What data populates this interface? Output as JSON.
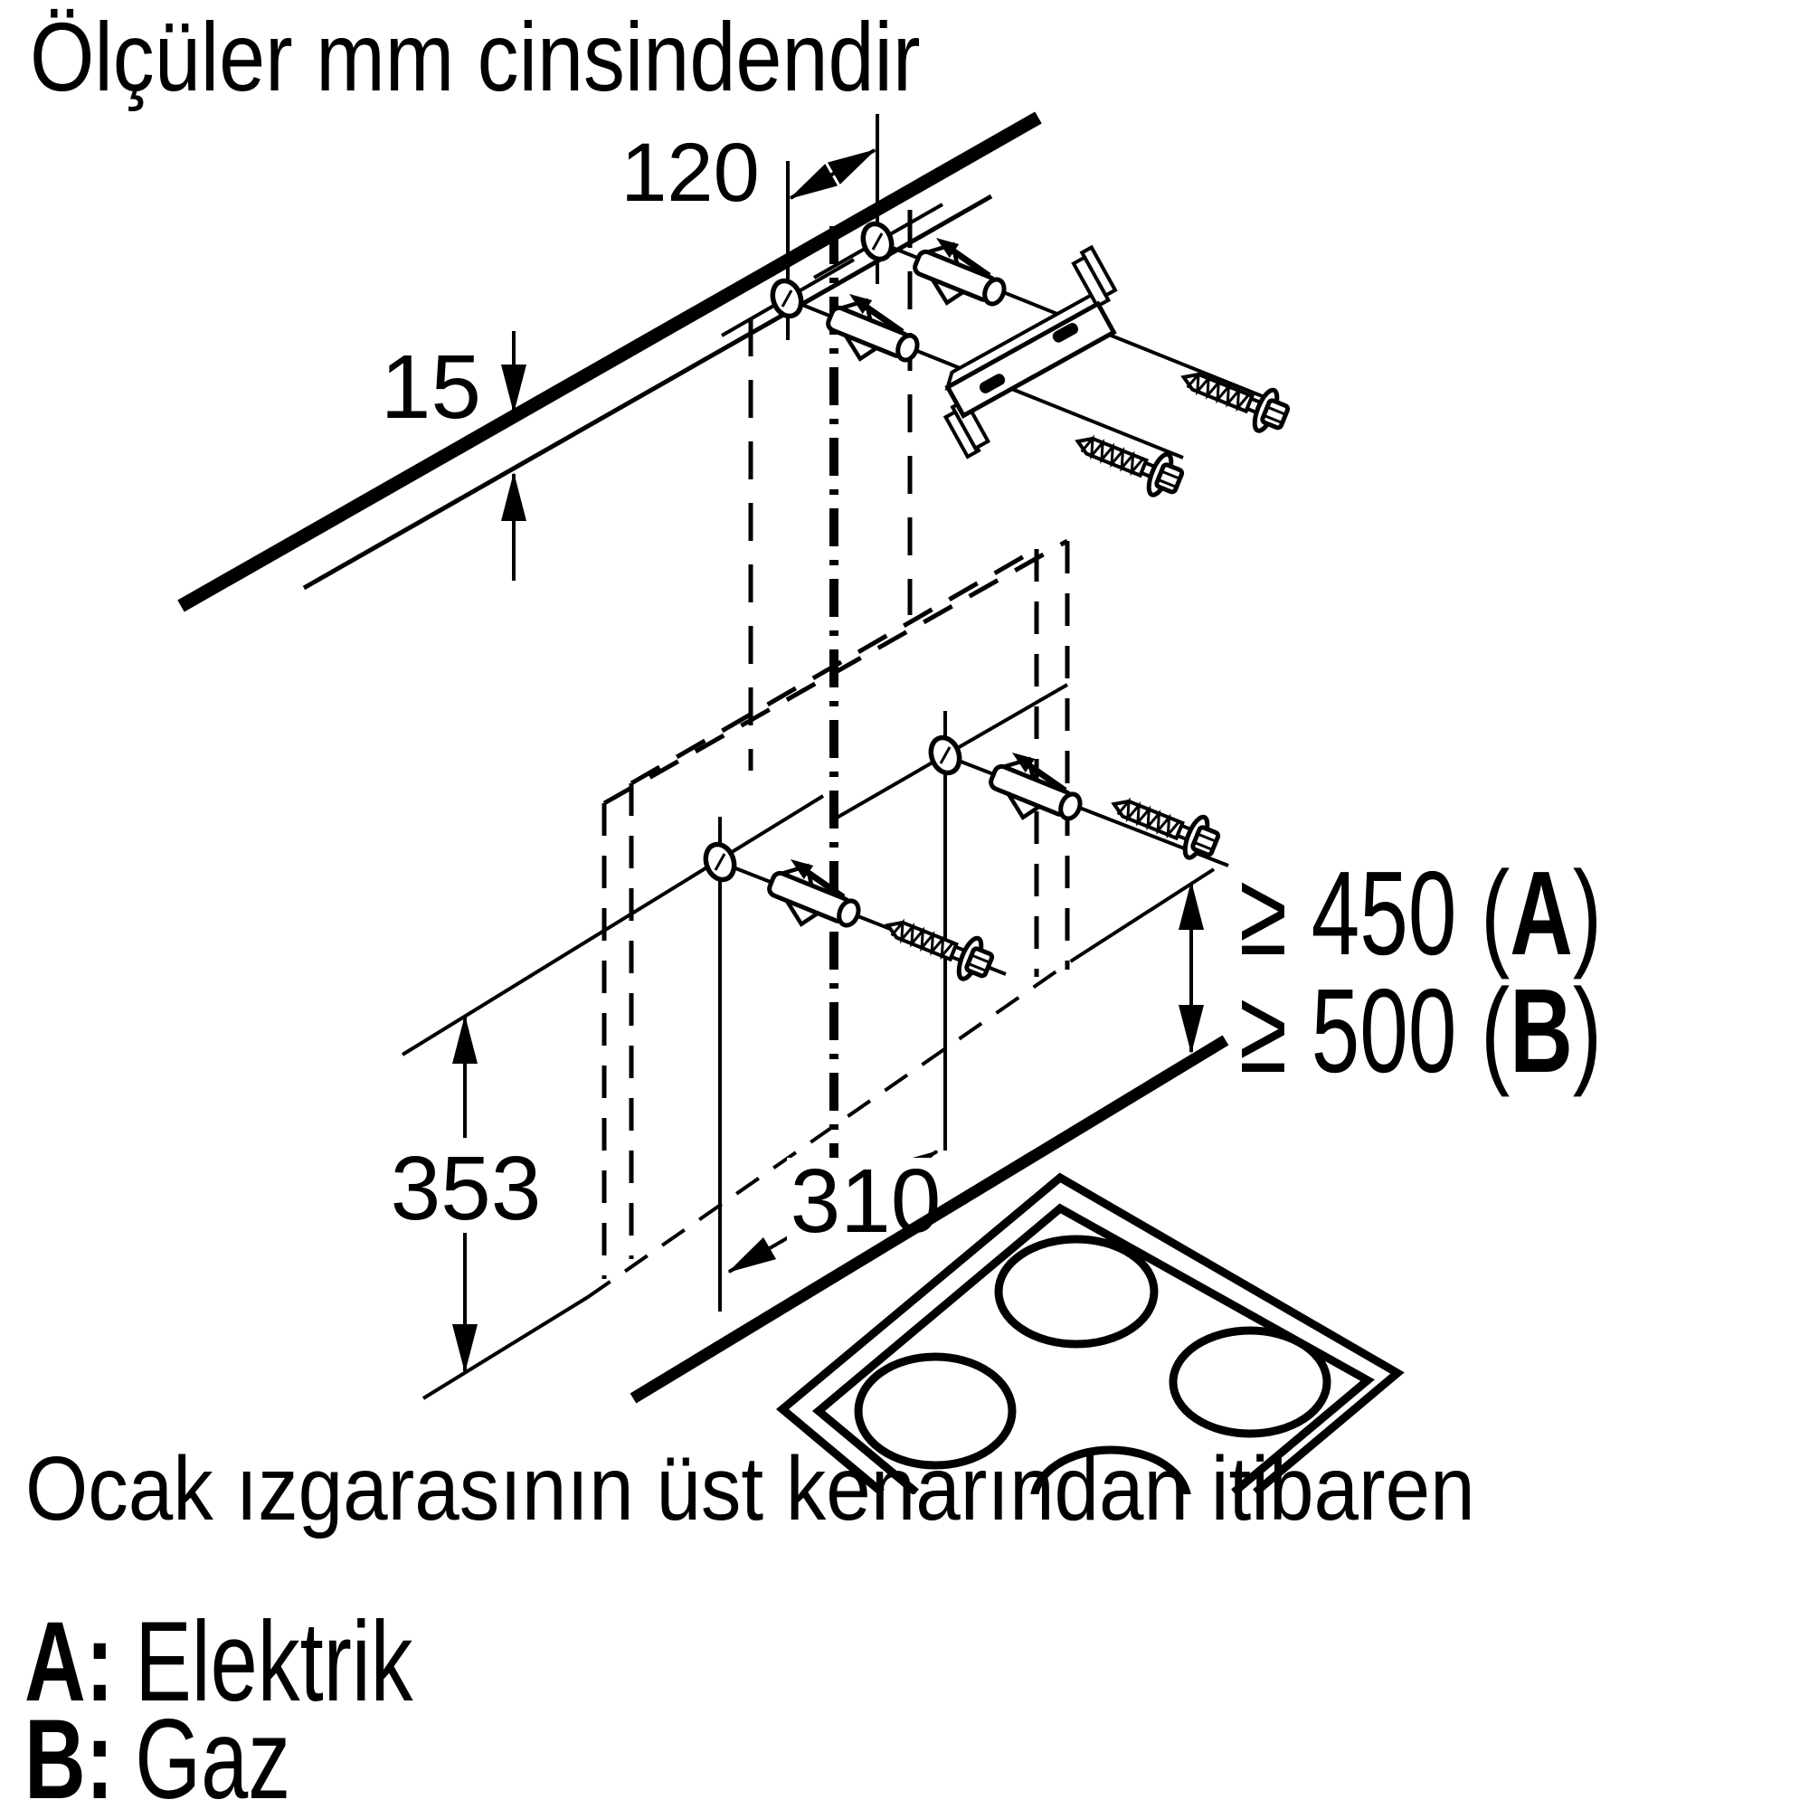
{
  "title": "Ölçüler mm cinsindendir",
  "footnote": "Ocak ızgarasının üst kenarından itibaren",
  "legend": [
    {
      "key": "A:",
      "value": "Elektrik"
    },
    {
      "key": "B:",
      "value": "Gaz"
    }
  ],
  "dimensions": {
    "bracket_hole_offset": "120",
    "wall_line_gap": "15",
    "hood_lower_height": "353",
    "hole_spacing": "310"
  },
  "clearances": [
    {
      "prefix": "≥ 450 (",
      "label": "A",
      "suffix": ")"
    },
    {
      "prefix": "≥ 500 (",
      "label": "B",
      "suffix": ")"
    }
  ],
  "colors": {
    "ink": "#000000",
    "background": "#ffffff"
  }
}
